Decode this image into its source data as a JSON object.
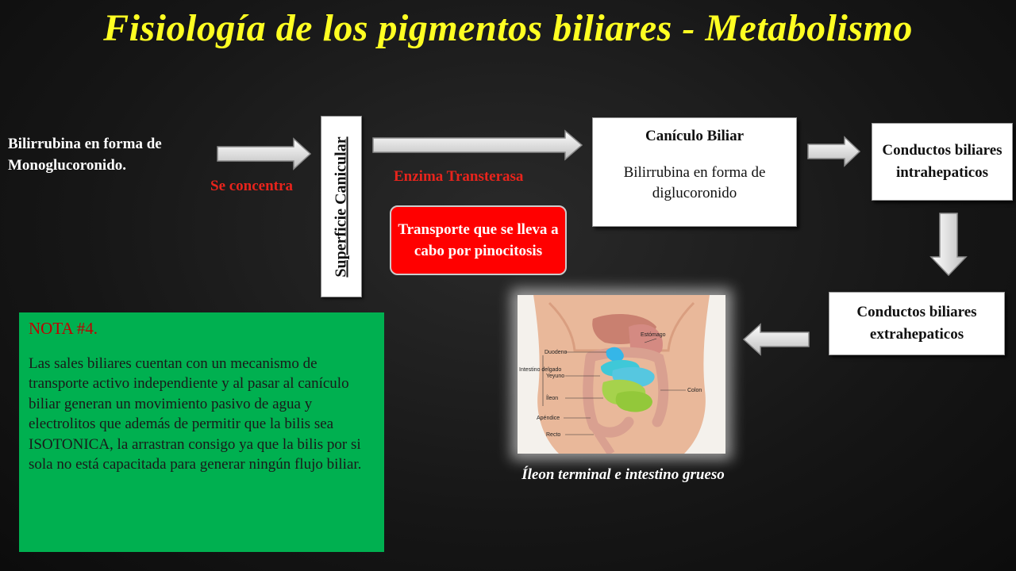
{
  "title": "Fisiología de los pigmentos biliares - Metabolismo",
  "flow": {
    "start_text": "Bilirrubina en forma de Monoglucoronido.",
    "concentrate_label": "Se concentra",
    "canalicular_surface": "Superficie Canicular",
    "enzyme_label": "Enzima Transterasa",
    "transport_note": "Transporte que se lleva a cabo por pinocitosis",
    "canaliculo": {
      "title": "Canículo Biliar",
      "body": "Bilirrubina en forma de diglucoronido"
    },
    "intrahepatic": "Conductos biliares intrahepaticos",
    "extrahepatic": "Conductos biliares extrahepaticos"
  },
  "note": {
    "title": "NOTA #4.",
    "body": "Las sales biliares cuentan con un mecanismo de transporte activo independiente y al pasar al canículo biliar generan un movimiento pasivo de agua y electrolitos que además de permitir que la bilis sea ISOTONICA, la arrastran consigo ya que la bilis  por si sola no está capacitada para generar ningún flujo biliar."
  },
  "image": {
    "labels": {
      "stomach": "Estómago",
      "duodenum": "Duodeno",
      "small_intestine": "Intestino delgado",
      "jejunum": "Yeyuno",
      "ileum": "Íleon",
      "colon": "Colon",
      "appendix": "Apéndice",
      "rectum": "Recto"
    }
  },
  "caption": "Íleon terminal e intestino grueso",
  "colors": {
    "title": "#ffff22",
    "accent_red": "#e8241c",
    "note_bg": "#00b050",
    "pill_bg": "#ff0000"
  }
}
